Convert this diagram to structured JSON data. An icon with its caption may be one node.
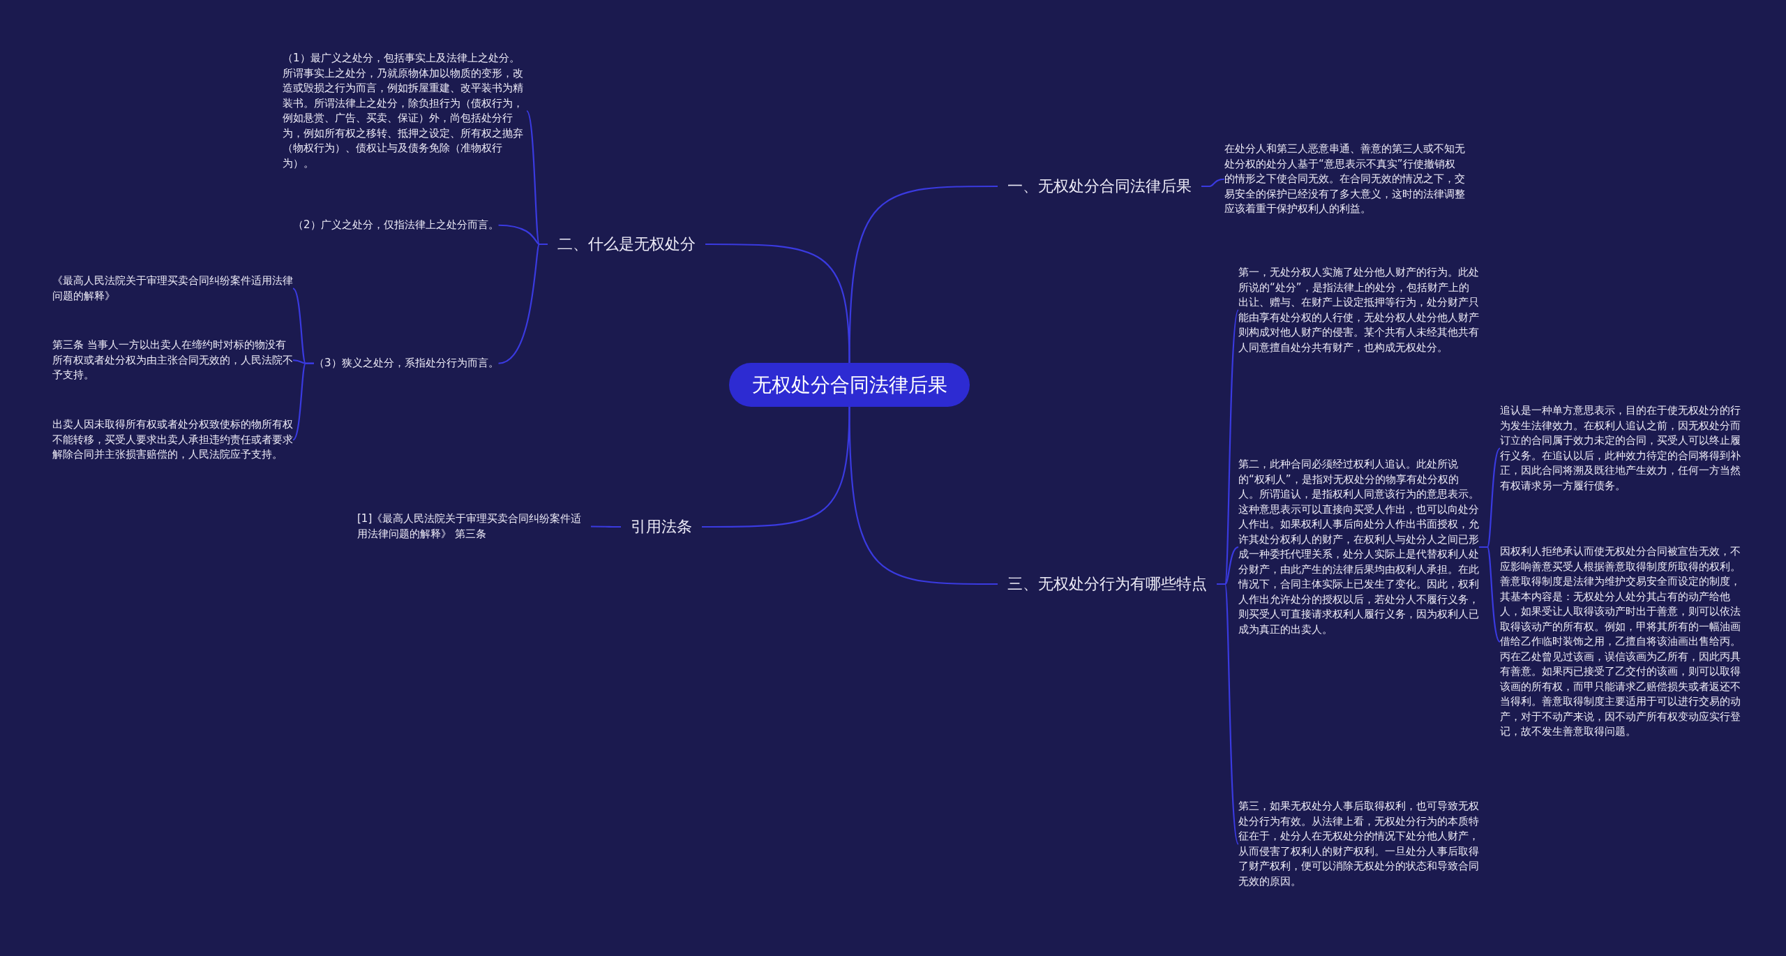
{
  "diagram": {
    "nodes": [
      {
        "text": [
          "无权处分合同法律后果"
        ]
      },
      {
        "text": [
          "一、无权处分合同法律后果"
        ]
      },
      {
        "text": [
          "在处分人和第三人恶意串通、善意的第三人或不知无处分权的处分人基于“意思表示不真实”行使撤销权的情形之下使合同无效。在合同无效的情况之下，交易安全的保护已经没有了多大意义，这时的法律调整应该着重于保护权利人的利益。"
        ]
      },
      {
        "text": [
          "二、什么是无权处分"
        ]
      },
      {
        "text": [
          "（1）最广义之处分，包括事实上及法律上之处分。所谓事实上之处分，乃就原物体加以物质的变形，改造或毁损之行为而言，例如拆屋重建、改平装书为精装书。所谓法律上之处分，除负担行为（债权行为，例如悬赏、广告、买卖、保证）外，尚包括处分行为，例如所有权之移转、抵押之设定、所有权之抛弃（物权行为）、债权让与及债务免除（准物权行为）。"
        ]
      },
      {
        "text": [
          "（2）广义之处分，仅指法律上之处分而言。"
        ]
      },
      {
        "text": [
          "（3）狭义之处分，系指处分行为而言。"
        ]
      },
      {
        "text": [
          "《最高人民法院关于审理买卖合同纠纷案件适用法律问题的解释》"
        ]
      },
      {
        "text": [
          "第三条 当事人一方以出卖人在缔约时对标的物没有所有权或者处分权为由主张合同无效的，人民法院不予支持。"
        ]
      },
      {
        "text": [
          "出卖人因未取得所有权或者处分权致使标的物所有权不能转移，买受人要求出卖人承担违约责任或者要求解除合同并主张损害赔偿的，人民法院应予支持。"
        ]
      },
      {
        "text": [
          "引用法条"
        ]
      },
      {
        "text": [
          "[1]《最高人民法院关于审理买卖合同纠纷案件适用法律问题的解释》 第三条"
        ]
      },
      {
        "text": [
          "三、无权处分行为有哪些特点"
        ]
      },
      {
        "text": [
          "第一，无处分权人实施了处分他人财产的行为。此处所说的“处分”，是指法律上的处分，包括财产上的出让、赠与、在财产上设定抵押等行为，处分财产只能由享有处分权的人行使，无处分权人处分他人财产则构成对他人财产的侵害。某个共有人未经其他共有人同意擅自处分共有财产，也构成无权处分。"
        ]
      },
      {
        "text": [
          "第二，此种合同必须经过权利人追认。此处所说的“权利人”，是指对无权处分的物享有处分权的人。所谓追认，是指权利人同意该行为的意思表示。这种意思表示可以直接向买受人作出，也可以向处分人作出。如果权利人事后向处分人作出书面授权，允许其处分权利人的财产，在权利人与处分人之间已形成一种委托代理关系，处分人实际上是代替权利人处分财产，由此产生的法律后果均由权利人承担。在此情况下，合同主体实际上已发生了变化。因此，权利人作出允许处分的授权以后，若处分人不履行义务，则买受人可直接请求权利人履行义务，因为权利人已成为真正的出卖人。"
        ]
      },
      {
        "text": [
          "追认是一种单方意思表示，目的在于使无权处分的行为发生法律效力。在权利人追认之前，因无权处分而订立的合同属于效力未定的合同，买受人可以终止履行义务。在追认以后，此种效力待定的合同将得到补正，因此合同将溯及既往地产生效力，任何一方当然有权请求另一方履行债务。"
        ]
      },
      {
        "text": [
          "因权利人拒绝承认而使无权处分合同被宣告无效，不应影响善意买受人根据善意取得制度所取得的权利。善意取得制度是法律为维护交易安全而设定的制度，其基本内容是：无权处分人处分其占有的动产给他人，如果受让人取得该动产时出于善意，则可以依法取得该动产的所有权。例如，甲将其所有的一幅油画借给乙作临时装饰之用，乙擅自将该油画出售给丙。丙在乙处曾见过该画，误信该画为乙所有，因此丙具有善意。如果丙已接受了乙交付的该画，则可以取得该画的所有权，而甲只能请求乙赔偿损失或者返还不当得利。善意取得制度主要适用于可以进行交易的动产，对于不动产来说，因不动产所有权变动应实行登记，故不发生善意取得问题。"
        ]
      },
      {
        "text": [
          "第三，如果无权处分人事后取得权利，也可导致无权处分行为有效。从法律上看，无权处分行为的本质特征在于，处分人在无权处分的情况下处分他人财产，从而侵害了权利人的财产权利。一旦处分人事后取得了财产权利，便可以消除无权处分的状态和导致合同无效的原因。"
        ]
      }
    ],
    "edges": [
      {
        "from": 0,
        "to": 1,
        "arrow": "none"
      },
      {
        "from": 0,
        "to": 3,
        "arrow": "none"
      },
      {
        "from": 0,
        "to": 10,
        "arrow": "none"
      },
      {
        "from": 0,
        "to": 12,
        "arrow": "none"
      },
      {
        "from": 1,
        "to": 2,
        "arrow": "none"
      },
      {
        "from": 3,
        "to": 4,
        "arrow": "none"
      },
      {
        "from": 3,
        "to": 5,
        "arrow": "none"
      },
      {
        "from": 3,
        "to": 6,
        "arrow": "none"
      },
      {
        "from": 6,
        "to": 7,
        "arrow": "none"
      },
      {
        "from": 6,
        "to": 8,
        "arrow": "none"
      },
      {
        "from": 6,
        "to": 9,
        "arrow": "none"
      },
      {
        "from": 10,
        "to": 11,
        "arrow": "none"
      },
      {
        "from": 12,
        "to": 13,
        "arrow": "none"
      },
      {
        "from": 12,
        "to": 14,
        "arrow": "none"
      },
      {
        "from": 12,
        "to": 17,
        "arrow": "none"
      },
      {
        "from": 14,
        "to": 15,
        "arrow": "none"
      },
      {
        "from": 14,
        "to": 16,
        "arrow": "none"
      }
    ]
  }
}
